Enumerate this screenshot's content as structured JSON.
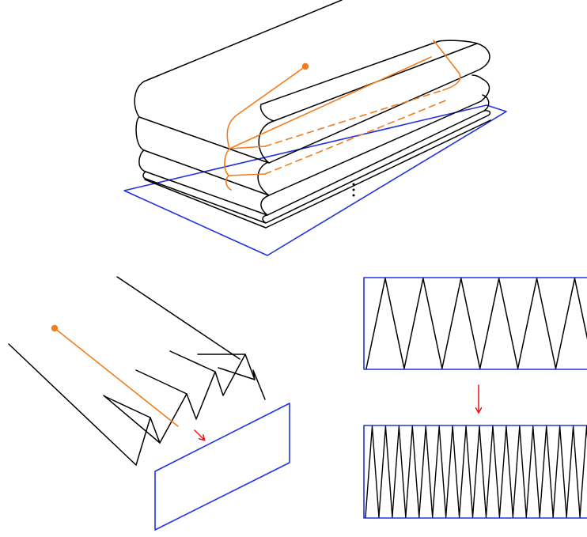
{
  "colors": {
    "line": "#000000",
    "accent": "#f07d1e",
    "frame": "#2233dd",
    "arrow": "#ee1111",
    "background": "#ffffff"
  },
  "figures": {
    "stacked_layers": {
      "depicts": "stacked-rounded-layers",
      "fold_line_style": "dashed"
    },
    "pleated_sheet": {
      "depicts": "zigzag-pleated-sheet"
    },
    "zigzag_compression": {
      "top_zigzag_peaks": 6,
      "bottom_zigzag_peaks": 17,
      "arrow_direction": "down"
    }
  }
}
